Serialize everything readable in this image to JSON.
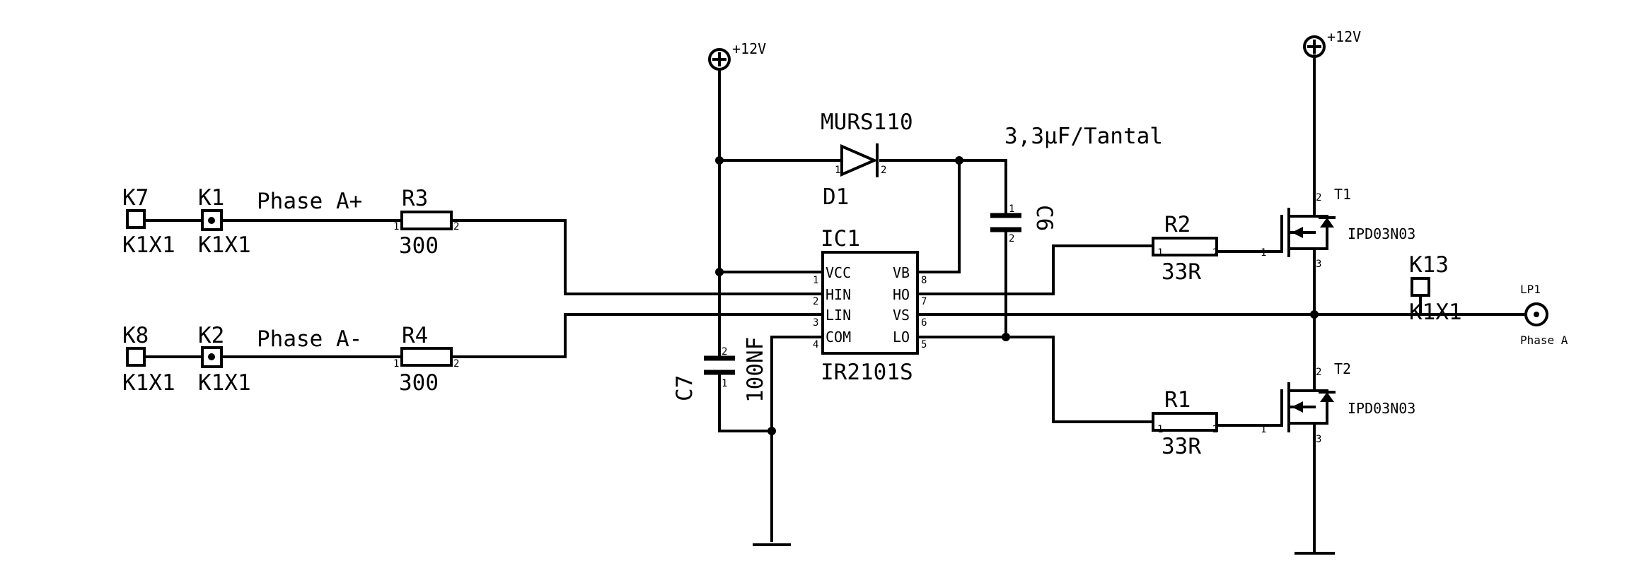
{
  "power": {
    "vcc_left": "+12V",
    "vcc_right": "+12V"
  },
  "connectors": {
    "k7": {
      "name": "K7",
      "value": "K1X1"
    },
    "k1": {
      "name": "K1",
      "value": "K1X1"
    },
    "k8": {
      "name": "K8",
      "value": "K1X1"
    },
    "k2": {
      "name": "K2",
      "value": "K1X1"
    },
    "k13": {
      "name": "K13",
      "value": "K1X1"
    }
  },
  "nets": {
    "phase_a_plus": "Phase A+",
    "phase_a_minus": "Phase A-"
  },
  "resistors": {
    "r3": {
      "name": "R3",
      "value": "300"
    },
    "r4": {
      "name": "R4",
      "value": "300"
    },
    "r2": {
      "name": "R2",
      "value": "33R"
    },
    "r1": {
      "name": "R1",
      "value": "33R"
    }
  },
  "diode": {
    "name": "D1",
    "value": "MURS110"
  },
  "capacitors": {
    "c6": {
      "name": "C6",
      "value": "3,3µF/Tantal"
    },
    "c7": {
      "name": "C7",
      "value": "100NF"
    }
  },
  "ic": {
    "name": "IC1",
    "value": "IR2101S",
    "pins_left": [
      "VCC",
      "HIN",
      "LIN",
      "COM"
    ],
    "pins_right": [
      "VB",
      "HO",
      "VS",
      "LO"
    ]
  },
  "transistors": {
    "t1": {
      "name": "T1",
      "value": "IPD03N03"
    },
    "t2": {
      "name": "T2",
      "value": "IPD03N03"
    }
  },
  "output": {
    "name": "LP1",
    "label": "Phase A"
  },
  "pin_numbers": {
    "one": "1",
    "two": "2",
    "three": "3",
    "four": "4",
    "five": "5",
    "six": "6",
    "seven": "7",
    "eight": "8"
  }
}
